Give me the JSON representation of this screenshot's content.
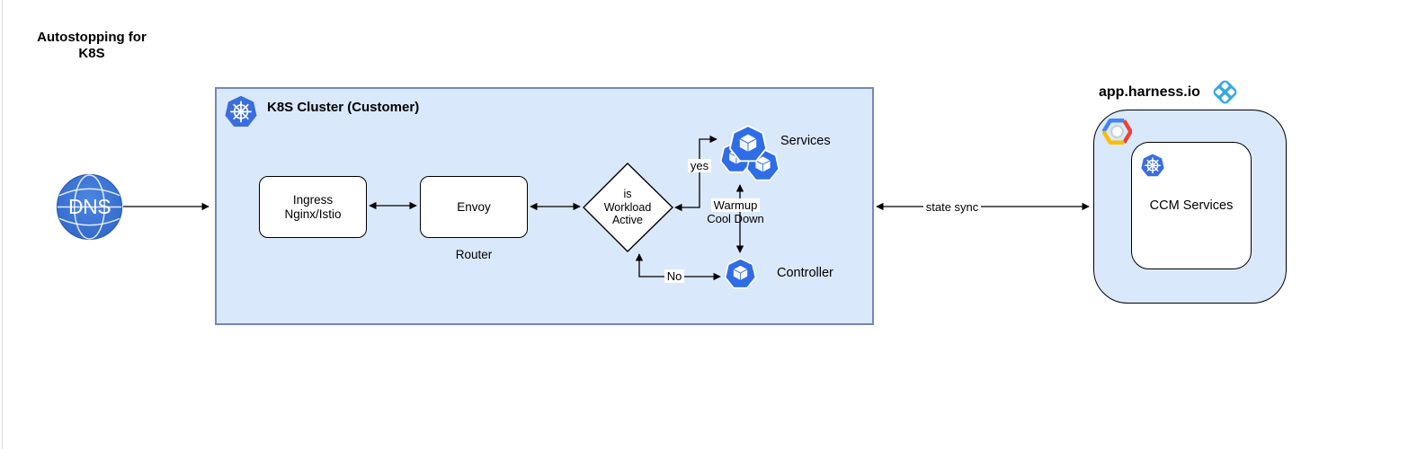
{
  "title": {
    "line1": "Autostopping for",
    "line2": "K8S"
  },
  "dns": {
    "label": "DNS"
  },
  "cluster": {
    "title": "K8S Cluster (Customer)",
    "ingress": {
      "line1": "Ingress",
      "line2": "Nginx/Istio"
    },
    "envoy": {
      "label": "Envoy",
      "sublabel": "Router"
    },
    "decision": {
      "line1": "is",
      "line2": "Workload",
      "line3": "Active"
    },
    "services": {
      "label": "Services"
    },
    "controller": {
      "label": "Controller"
    },
    "edge_labels": {
      "yes": "yes",
      "no": "No",
      "warmup": "Warmup",
      "cooldown": "Cool Down"
    }
  },
  "sync": {
    "label": "state sync"
  },
  "harness": {
    "title": "app.harness.io",
    "ccm_label": "CCM Services"
  },
  "icons": {
    "dns": "dns-globe-icon",
    "cluster_header": "kubernetes-icon",
    "services": "kubernetes-pods-icon",
    "controller": "kubernetes-pod-icon",
    "harness_logo": "harness-ccm-icon",
    "gcp": "google-cloud-icon",
    "ccm_k8s": "kubernetes-icon"
  },
  "colors": {
    "cluster_fill": "#dae8fc",
    "cluster_border": "#7487b8",
    "node_border": "#000000",
    "k8s_blue": "#3a6ede",
    "pod_blue": "#2e6de5",
    "harness_cyan": "#35a8e0",
    "dns_blue": "#3b76d8",
    "gcp_blue": "#4285f4",
    "gcp_red": "#ea4335",
    "gcp_yellow": "#fbbc05",
    "arrow": "#000000",
    "label_bg": "#ffffff"
  }
}
